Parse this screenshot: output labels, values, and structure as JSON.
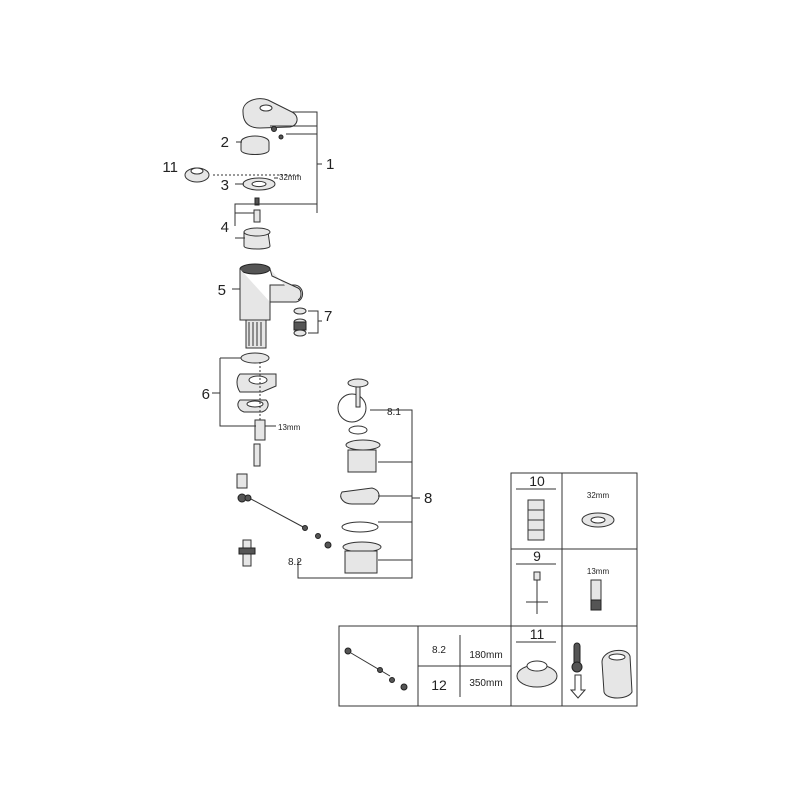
{
  "callouts": {
    "c1": "1",
    "c2": "2",
    "c3": "3",
    "c4": "4",
    "c5": "5",
    "c6": "6",
    "c7": "7",
    "c8": "8",
    "c8_1": "8.1",
    "c8_2": "8.2",
    "c11": "11"
  },
  "dims": {
    "nut_32": "32mm",
    "hex_13": "13mm"
  },
  "table": {
    "cell_10_label": "10",
    "cell_32_label": "32mm",
    "cell_9_label": "9",
    "cell_13_label": "13mm",
    "row_82_label": "8.2",
    "row_82_value": "180mm",
    "row_12_label": "12",
    "row_12_value": "350mm",
    "cell_11_label": "11"
  }
}
